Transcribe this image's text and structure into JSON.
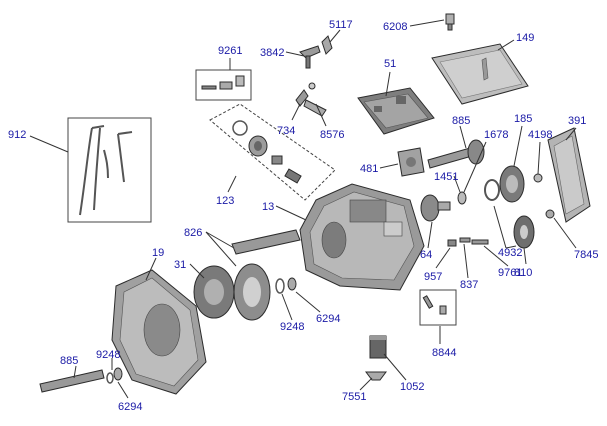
{
  "diagram": {
    "labels": {
      "p6208": "6208",
      "p5117": "5117",
      "p149": "149",
      "p9261": "9261",
      "p3842": "3842",
      "p51": "51",
      "p734": "734",
      "p8576": "8576",
      "p912": "912",
      "p885a": "885",
      "p185": "185",
      "p4198": "4198",
      "p391": "391",
      "p1678": "1678",
      "p481": "481",
      "p1451": "1451",
      "p123": "123",
      "p13": "13",
      "p826": "826",
      "p64": "64",
      "p4932": "4932",
      "p7845": "7845",
      "p19": "19",
      "p31": "31",
      "p957": "957",
      "p837": "837",
      "p9761": "9761",
      "p810": "810",
      "p9248a": "9248",
      "p6294a": "6294",
      "p8844": "8844",
      "p885b": "885",
      "p9248b": "9248",
      "p6294b": "6294",
      "p7551": "7551",
      "p1052": "1052"
    }
  }
}
